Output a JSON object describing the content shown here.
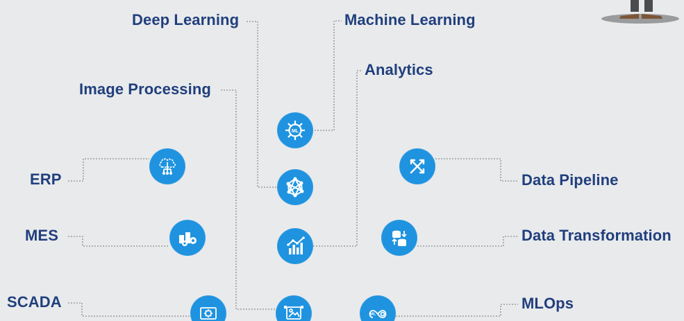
{
  "diagram": {
    "labels": {
      "deep_learning": "Deep Learning",
      "machine_learning": "Machine Learning",
      "analytics": "Analytics",
      "image_processing": "Image Processing",
      "erp": "ERP",
      "data_pipeline": "Data Pipeline",
      "mes": "MES",
      "data_transformation": "Data Transformation",
      "scada": "SCADA",
      "mlops": "MLOps"
    },
    "icons": {
      "ml_badge_text": "ML",
      "mlops_badge_text": "ML"
    },
    "colors": {
      "background": "#e9eaec",
      "text": "#203f7d",
      "accent": "#1f93df",
      "connector": "#8b8d90"
    }
  }
}
